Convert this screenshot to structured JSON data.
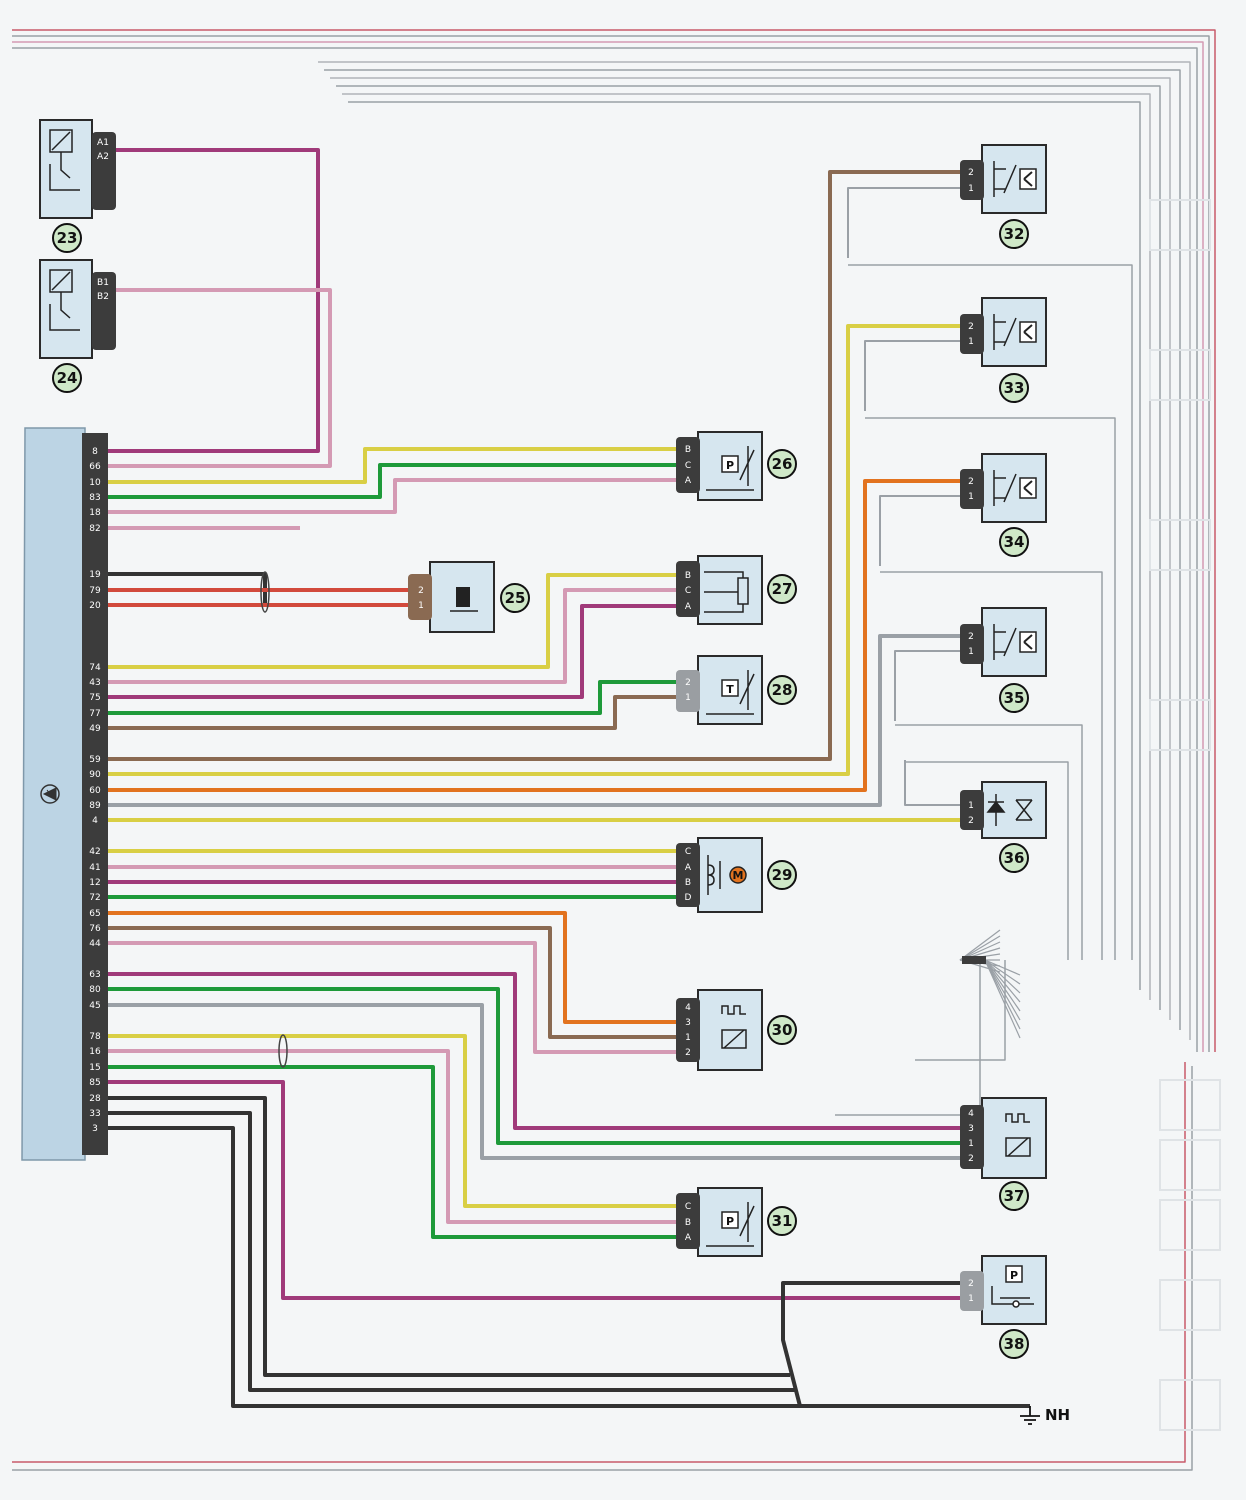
{
  "ecu": {
    "pins": [
      "8",
      "66",
      "10",
      "83",
      "18",
      "82",
      "19",
      "79",
      "20",
      "74",
      "43",
      "75",
      "77",
      "49",
      "59",
      "90",
      "60",
      "89",
      "4",
      "42",
      "41",
      "12",
      "72",
      "65",
      "76",
      "44",
      "63",
      "80",
      "45",
      "78",
      "16",
      "15",
      "85",
      "28",
      "33",
      "3"
    ]
  },
  "components": [
    {
      "id": "23",
      "pins": [
        "A1",
        "A2"
      ]
    },
    {
      "id": "24",
      "pins": [
        "B1",
        "B2"
      ]
    },
    {
      "id": "25",
      "pins": [
        "2",
        "1"
      ]
    },
    {
      "id": "26",
      "pins": [
        "B",
        "C",
        "A"
      ],
      "symbol": "P"
    },
    {
      "id": "27",
      "pins": [
        "B",
        "C",
        "A"
      ]
    },
    {
      "id": "28",
      "pins": [
        "2",
        "1"
      ],
      "symbol": "T"
    },
    {
      "id": "29",
      "pins": [
        "C",
        "A",
        "B",
        "D"
      ],
      "symbol": "M"
    },
    {
      "id": "30",
      "pins": [
        "4",
        "3",
        "1",
        "2"
      ]
    },
    {
      "id": "31",
      "pins": [
        "C",
        "B",
        "A"
      ],
      "symbol": "P"
    },
    {
      "id": "32",
      "pins": [
        "2",
        "1"
      ]
    },
    {
      "id": "33",
      "pins": [
        "2",
        "1"
      ]
    },
    {
      "id": "34",
      "pins": [
        "2",
        "1"
      ]
    },
    {
      "id": "35",
      "pins": [
        "2",
        "1"
      ]
    },
    {
      "id": "36",
      "pins": [
        "1",
        "2"
      ]
    },
    {
      "id": "37",
      "pins": [
        "4",
        "3",
        "1",
        "2"
      ]
    },
    {
      "id": "38",
      "pins": [
        "2",
        "1"
      ],
      "symbol": "P"
    }
  ],
  "ground": {
    "label": "NH"
  },
  "colors": {
    "background": "#f4f6f7",
    "component_fill": "#d6e6ef",
    "ecu_fill": "#bcd4e4",
    "connector": "#3c3c3c",
    "green": "#1e9a3a",
    "yellow": "#d9cf45",
    "violet": "#a03a7a",
    "pink": "#d49ab4",
    "red": "#d24a3c",
    "brown": "#8a6a52",
    "black": "#333333",
    "grey": "#9aa0a6",
    "orange": "#e2731f",
    "white": "#ffffff",
    "circle_fill": "#cfe8c8"
  }
}
